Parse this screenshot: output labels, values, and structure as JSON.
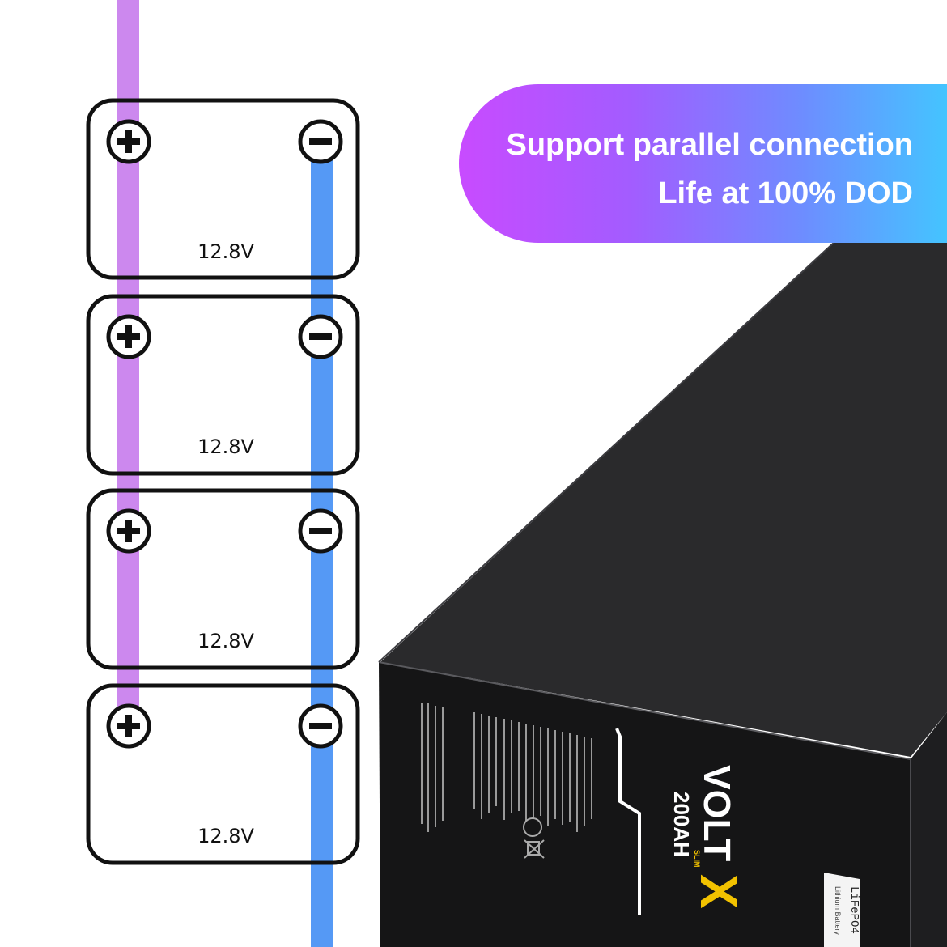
{
  "banner": {
    "line1": "Support parallel connection",
    "line2": "Life at 100% DOD"
  },
  "wires": {
    "positive_color": "#cc88ee",
    "negative_color": "#5599f5"
  },
  "batteries": [
    {
      "voltage": "12.8V"
    },
    {
      "voltage": "12.8V"
    },
    {
      "voltage": "12.8V"
    },
    {
      "voltage": "12.8V"
    }
  ],
  "battery_product": {
    "brand": "VOLT",
    "brand_mark": "X",
    "series": "SLIM",
    "capacity": "200AH",
    "chemistry_label": "LiFePO4",
    "chemistry_sub": "Lithium Battery"
  }
}
